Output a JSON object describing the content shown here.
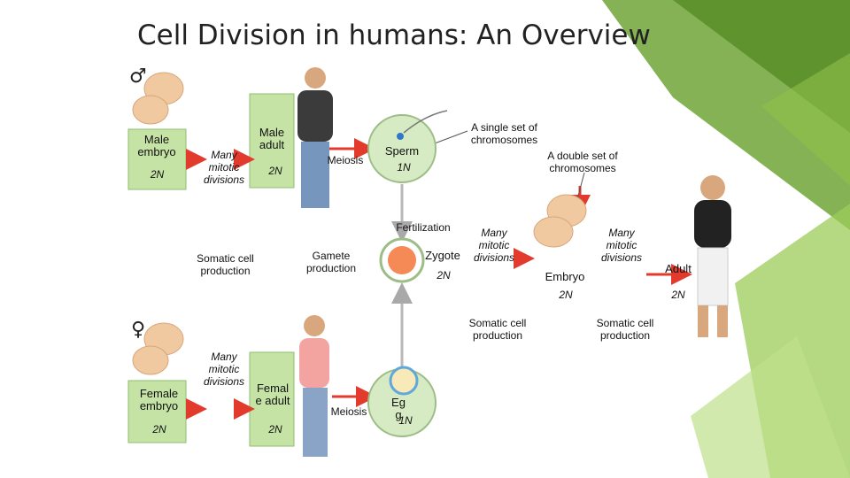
{
  "title": "Cell Division in humans: An Overview",
  "symbols": {
    "male": "♂",
    "female": "♀"
  },
  "colors": {
    "green_box": "#c6e3a6",
    "arrow_red": "#e23b2e",
    "arrow_gray": "#b9b9b9",
    "zygote_fill": "#f58a57",
    "egg_fill": "#f7e9b8",
    "egg_ring": "#5ea8dc",
    "deco_green": "#7fb93f"
  },
  "labels": {
    "male_embryo": "Male embryo",
    "male_embryo_ploidy": "2N",
    "male_mitotic": "Many mitotic divisions",
    "male_adult": "Male adult",
    "male_adult_ploidy": "2N",
    "male_meiosis": "Meiosis",
    "sperm": "Sperm",
    "sperm_ploidy": "1N",
    "single_set": "A single set of chromosomes",
    "double_set": "A double set of chromosomes",
    "fertilization": "Fertilization",
    "zygote": "Zygote",
    "zygote_ploidy": "2N",
    "somatic_cell_production_left": "Somatic cell production",
    "gamete_production": "Gamete production",
    "zygote_mitotic": "Many mitotic divisions",
    "embryo": "Embryo",
    "embryo_ploidy": "2N",
    "embryo_mitotic": "Many mitotic divisions",
    "adult": "Adult",
    "adult_ploidy": "2N",
    "somatic_cell_production_mid": "Somatic cell production",
    "somatic_cell_production_right": "Somatic cell production",
    "female_embryo": "Female embryo",
    "female_embryo_ploidy": "2N",
    "female_mitotic": "Many mitotic divisions",
    "female_adult": "Femal e adult",
    "female_adult_ploidy": "2N",
    "female_meiosis": "Meiosis",
    "egg": "Eg g",
    "egg_ploidy": "1N"
  }
}
